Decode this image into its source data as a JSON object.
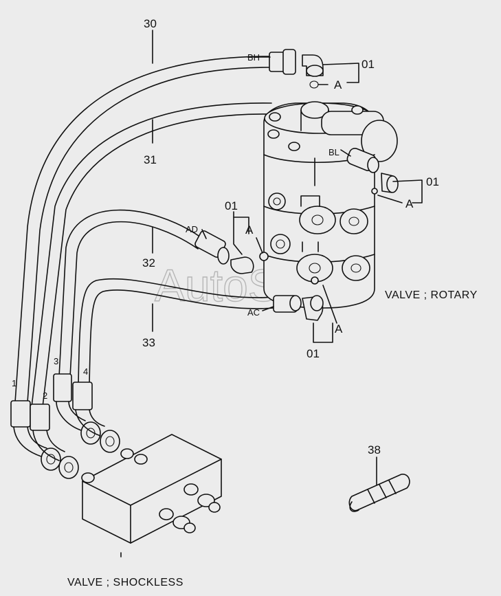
{
  "watermark": "AutoSoft",
  "callouts": {
    "hose_30": "30",
    "hose_31": "31",
    "hose_32": "32",
    "hose_33": "33",
    "part_38": "38",
    "fitting_01_top": "01",
    "fitting_01_right": "01",
    "fitting_01_mid": "01",
    "fitting_01_bottom": "01",
    "oring_a_top": "A",
    "oring_a_right": "A",
    "oring_a_mid": "A",
    "oring_a_bottom": "A"
  },
  "ports": {
    "bh": "BH",
    "bl": "BL",
    "ad": "AD",
    "ac": "AC"
  },
  "hose_ends": [
    "1",
    "2",
    "3",
    "4"
  ],
  "captions": {
    "rotary_valve": "VALVE ; ROTARY",
    "shockless_valve": "VALVE ; SHOCKLESS"
  }
}
